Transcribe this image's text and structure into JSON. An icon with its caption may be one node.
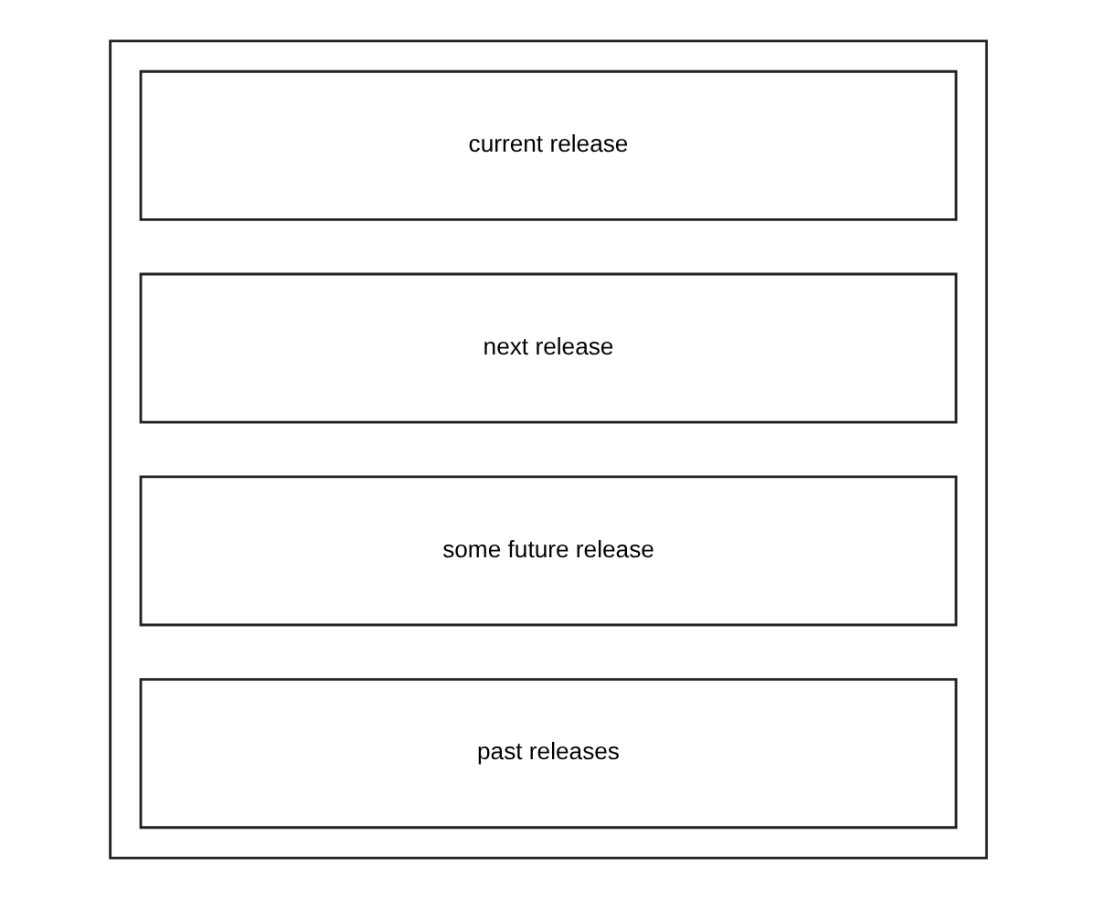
{
  "diagram": {
    "nodes": [
      {
        "text": [],
        "shape": "box"
      },
      {
        "text": [
          "current release"
        ],
        "in": 0
      },
      {
        "text": [
          "next release"
        ],
        "in": 0
      },
      {
        "text": [
          "some future release"
        ],
        "in": 0
      },
      {
        "text": [
          "past releases"
        ],
        "in": 0
      }
    ]
  }
}
